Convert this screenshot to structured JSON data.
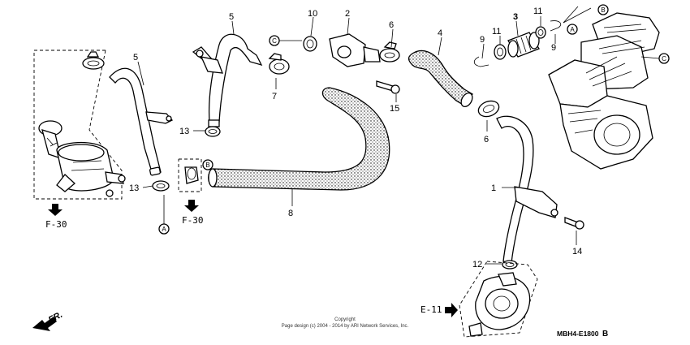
{
  "callouts": {
    "c1": "1",
    "c2": "2",
    "c3": "3",
    "c4": "4",
    "c5a": "5",
    "c5b": "5",
    "c6a": "6",
    "c6b": "6",
    "c7": "7",
    "c8": "8",
    "c9a": "9",
    "c9b": "9",
    "c10": "10",
    "c11a": "11",
    "c11b": "11",
    "c12": "12",
    "c13a": "13",
    "c13b": "13",
    "c14": "14",
    "c15": "15"
  },
  "markers": {
    "a": "A",
    "b": "B",
    "c": "C"
  },
  "refs": {
    "f30_left": "F-30",
    "f30_mid": "F-30",
    "e11": "E-11"
  },
  "copyright": {
    "line1": "Copyright",
    "line2": "Page design (c) 2004 - 2014 by ARI Network Services, Inc."
  },
  "diagram_code": "MBH4-E1800",
  "diagram_suffix": "B",
  "fr_label": "FR.",
  "icons": {
    "direction": "fr-direction-arrow-icon",
    "ref_arrow": "down-arrow-icon"
  }
}
